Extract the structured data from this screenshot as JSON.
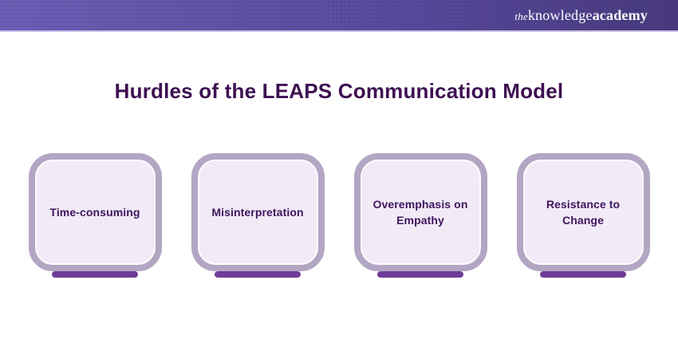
{
  "brand": {
    "logo_the": "the",
    "logo_knowledge": "knowledge",
    "logo_academy": "academy"
  },
  "title": "Hurdles of the LEAPS Communication Model",
  "cards": [
    {
      "label": "Time-consuming"
    },
    {
      "label": "Misinterpretation"
    },
    {
      "label": "Overemphasis on Empathy"
    },
    {
      "label": "Resistance to Change"
    }
  ],
  "colors": {
    "header_grad_left": "#6c5eb5",
    "header_grad_mid": "#5a4aa0",
    "header_grad_right": "#483a7c",
    "header_line": "#c6bde2",
    "logo_text": "#ffffff",
    "title_text": "#3d1152",
    "card_border": "#b3a6c3",
    "card_bg": "#f1ebf7",
    "card_text": "#3f155e",
    "accent_bar": "#6f3d99"
  }
}
